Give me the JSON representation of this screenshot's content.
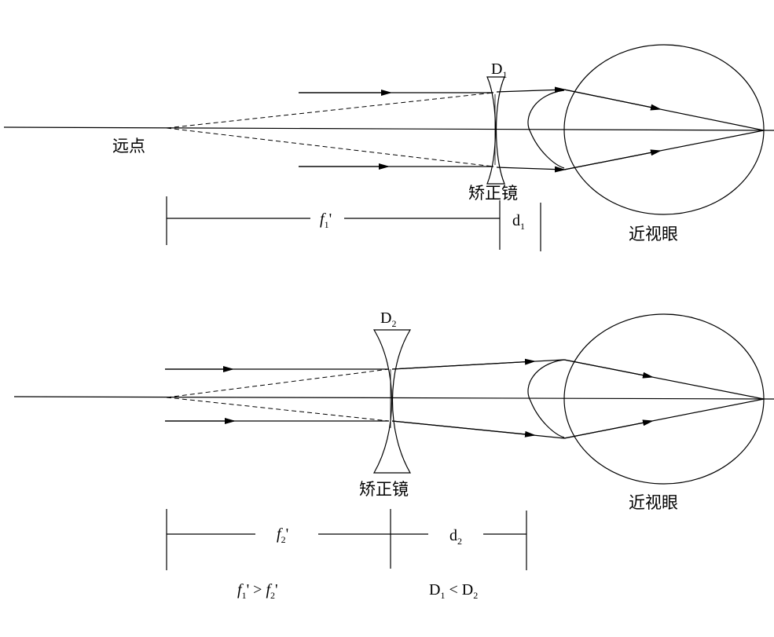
{
  "diagram": {
    "top": {
      "far_point_label": "远点",
      "lens_label": "D",
      "lens_sub": "1",
      "corrector_label": "矫正镜",
      "focal_label": "f",
      "focal_sub": "1",
      "focal_prime": "'",
      "distance_label": "d",
      "distance_sub": "1",
      "eye_label": "近视眼"
    },
    "bottom": {
      "lens_label": "D",
      "lens_sub": "2",
      "corrector_label": "矫正镜",
      "focal_label": "f",
      "focal_sub": "2",
      "focal_prime": "'",
      "distance_label": "d",
      "distance_sub": "2",
      "eye_label": "近视眼"
    },
    "relations": {
      "focal_rel_a": "f",
      "focal_rel_a_sub": "1",
      "focal_rel_mid": "' > ",
      "focal_rel_b": "f",
      "focal_rel_b_sub": "2",
      "focal_rel_end": "'",
      "power_rel_a": "D",
      "power_rel_a_sub": "1",
      "power_rel_mid": " < D",
      "power_rel_b_sub": "2"
    }
  }
}
